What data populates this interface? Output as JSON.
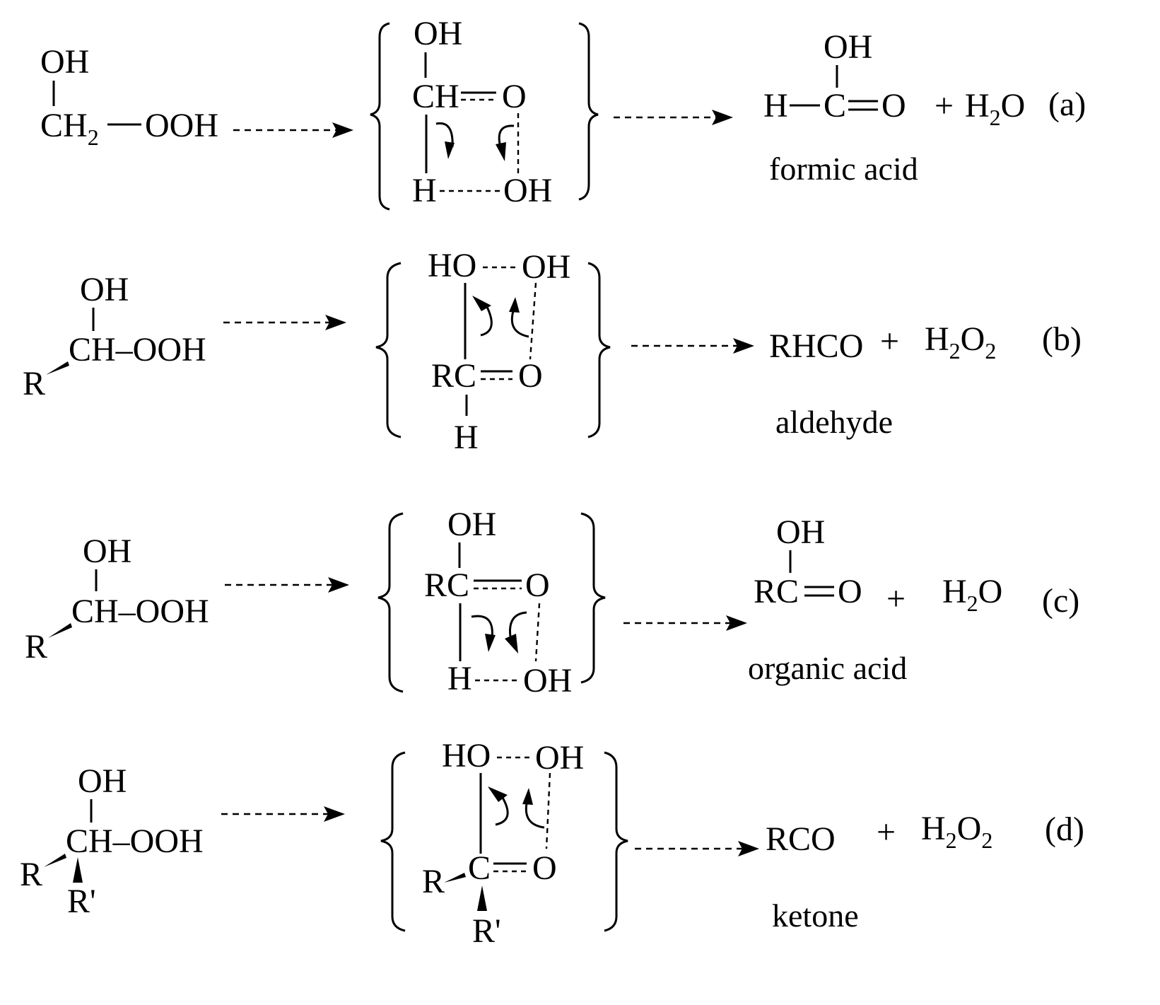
{
  "reaction_a": {
    "reactant": {
      "oh": "OH",
      "ch2": "CH",
      "ch2_sub": "2",
      "ooh": "OOH"
    },
    "intermediate": {
      "top_oh": "OH",
      "ch": "CH",
      "o": "O",
      "h": "H",
      "oh": "OH"
    },
    "product": {
      "oh": "OH",
      "h": "H",
      "c": "C",
      "o": "O",
      "plus": "+",
      "h2o_h": "H",
      "h2o_sub": "2",
      "h2o_o": "O",
      "name": "formic acid"
    },
    "tag": "(a)"
  },
  "reaction_b": {
    "reactant": {
      "oh": "OH",
      "ch_ooh": "CH–OOH",
      "r": "R"
    },
    "intermediate": {
      "ho": "HO",
      "oh": "OH",
      "rc": "RC",
      "o": "O",
      "h": "H"
    },
    "product": {
      "formula": "RHCO",
      "plus": "+",
      "h2o2_h": "H",
      "sub1": "2",
      "h2o2_o": "O",
      "sub2": "2",
      "name": "aldehyde"
    },
    "tag": "(b)"
  },
  "reaction_c": {
    "reactant": {
      "oh": "OH",
      "ch_ooh": "CH–OOH",
      "r": "R"
    },
    "intermediate": {
      "top_oh": "OH",
      "rc": "RC",
      "o": "O",
      "h": "H",
      "oh": "OH"
    },
    "product": {
      "oh": "OH",
      "rc": "RC",
      "o": "O",
      "plus": "+",
      "h2o_h": "H",
      "h2o_sub": "2",
      "h2o_o": "O",
      "name": "organic acid"
    },
    "tag": "(c)"
  },
  "reaction_d": {
    "reactant": {
      "oh": "OH",
      "ch_ooh": "CH–OOH",
      "r": "R",
      "r_prime": "R'"
    },
    "intermediate": {
      "ho": "HO",
      "oh": "OH",
      "r": "R",
      "c": "C",
      "o": "O",
      "r_prime": "R'"
    },
    "product": {
      "formula": "RCO",
      "plus": "+",
      "h2o2_h": "H",
      "sub1": "2",
      "h2o2_o": "O",
      "sub2": "2",
      "name": "ketone"
    },
    "tag": "(d)"
  }
}
